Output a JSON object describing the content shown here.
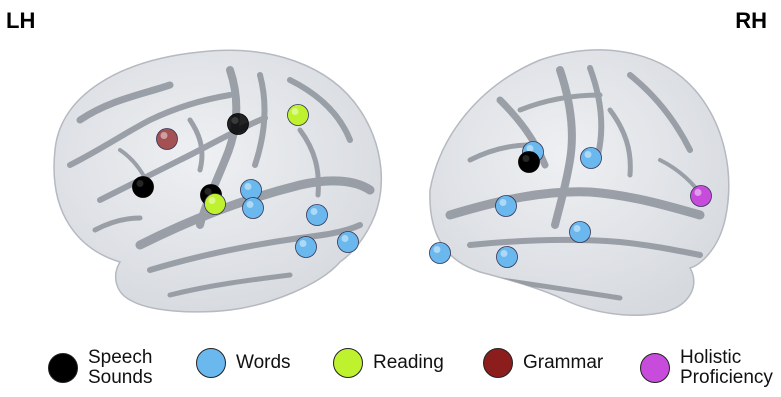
{
  "hemispheres": {
    "left": {
      "label": "LH"
    },
    "right": {
      "label": "RH"
    }
  },
  "legend": [
    {
      "key": "speech",
      "lines": [
        "Speech",
        "Sounds"
      ],
      "color": "#000000"
    },
    {
      "key": "words",
      "lines": [
        "Words"
      ],
      "color": "#6ab8ee"
    },
    {
      "key": "reading",
      "lines": [
        "Reading"
      ],
      "color": "#bff22e"
    },
    {
      "key": "grammar",
      "lines": [
        "Grammar"
      ],
      "color": "#8b1d1d"
    },
    {
      "key": "holistic",
      "lines": [
        "Holistic",
        "Proficiency"
      ],
      "color": "#c84cdc"
    }
  ],
  "markers": {
    "left": [
      "grammar",
      "speech",
      "reading",
      "speech",
      "speech",
      "reading",
      "words",
      "words",
      "words",
      "words",
      "words"
    ],
    "right": [
      "words",
      "speech",
      "words",
      "words",
      "words",
      "words",
      "holistic",
      "words"
    ]
  }
}
